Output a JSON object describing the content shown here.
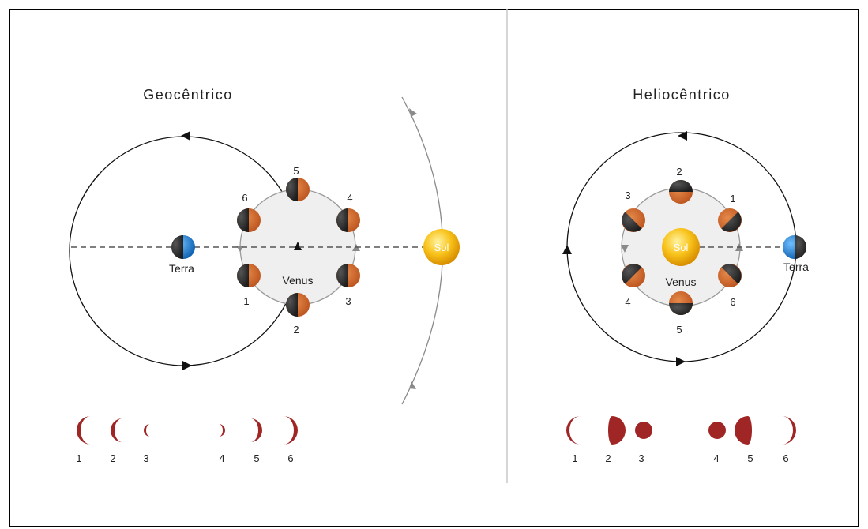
{
  "panels": {
    "geo": {
      "title": "Geocêntrico",
      "earth_label": "Terra",
      "venus_label": "Venus",
      "sun_label": "Sol",
      "orbit_positions": [
        "1",
        "2",
        "3",
        "4",
        "5",
        "6"
      ],
      "phase_numbers": [
        "1",
        "2",
        "3",
        "4",
        "5",
        "6"
      ]
    },
    "helio": {
      "title": "Heliocêntrico",
      "earth_label": "Terra",
      "venus_label": "Venus",
      "sun_label": "Sol",
      "orbit_positions": [
        "1",
        "2",
        "3",
        "4",
        "5",
        "6"
      ],
      "phase_numbers": [
        "1",
        "2",
        "3",
        "4",
        "5",
        "6"
      ]
    }
  },
  "colors": {
    "venus_lit": "#c9602a",
    "venus_dark": "#2b2b2b",
    "earth_blue": "#1f7fd6",
    "sun_yellow": "#f6b400",
    "phase_red": "#a02525",
    "epicycle_fill": "#efefef"
  }
}
